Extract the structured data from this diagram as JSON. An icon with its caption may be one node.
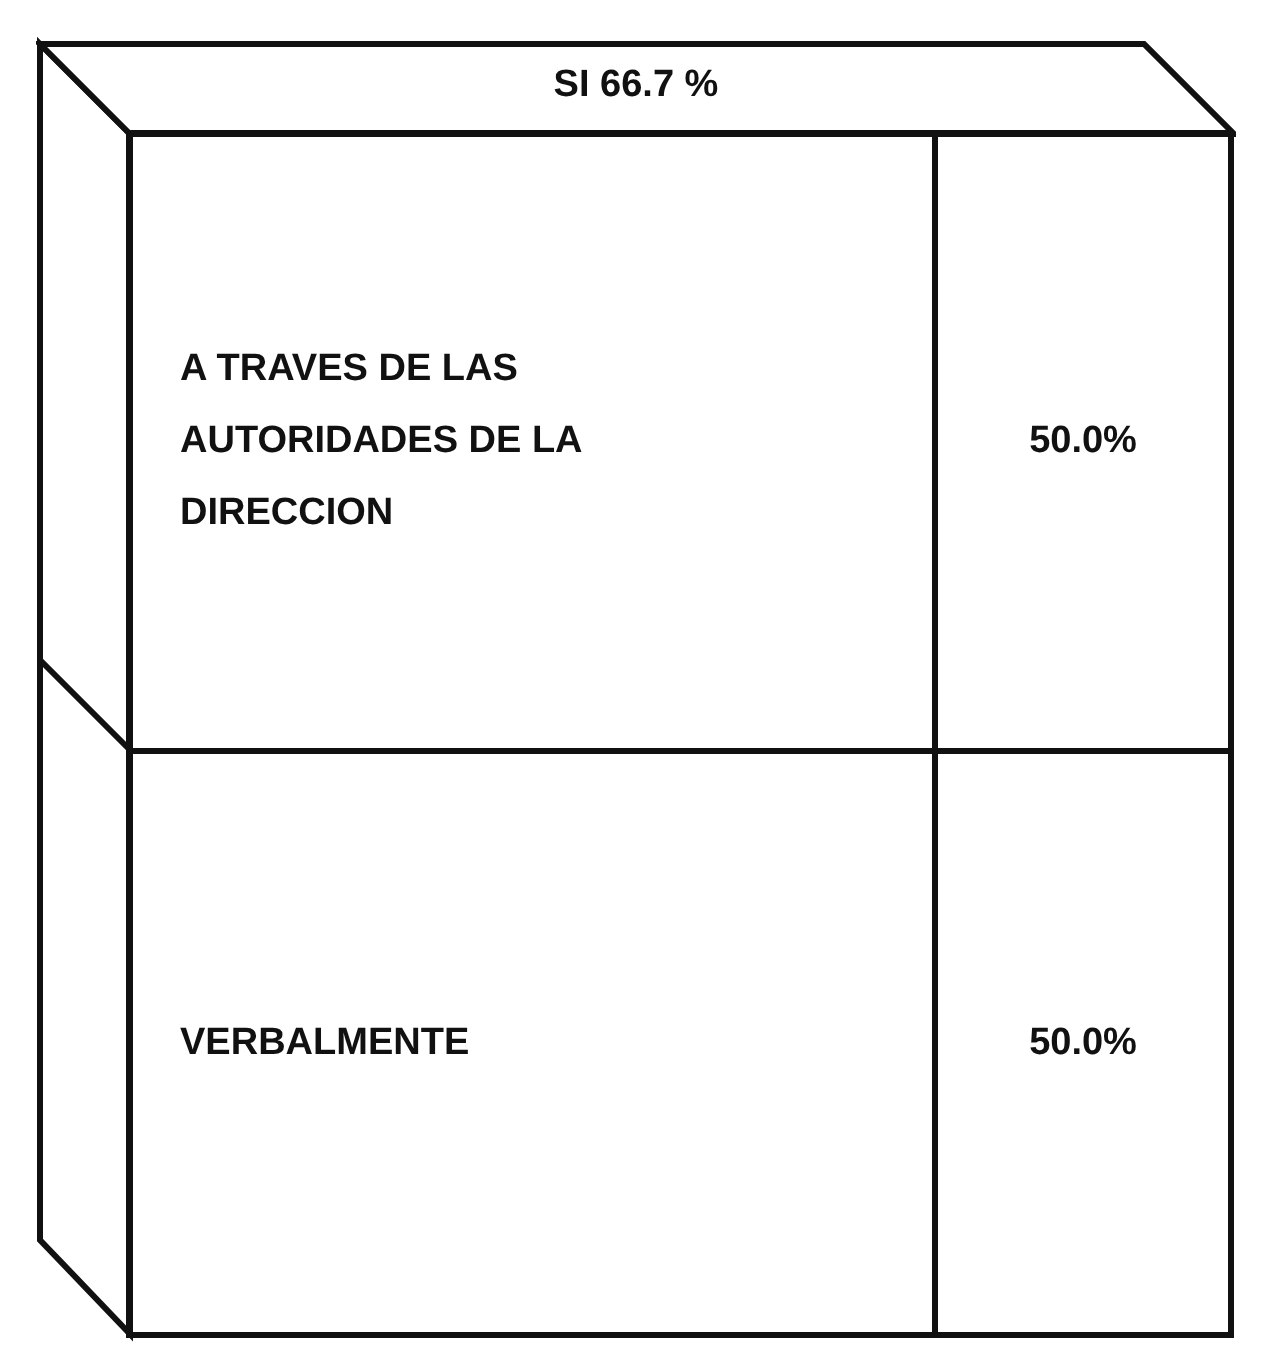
{
  "diagram": {
    "nodes": [
      {
        "text": [
          "SI 66.7 %"
        ]
      },
      {
        "text": [
          "A TRAVES DE LAS AUTORIDADES DE LA DIRECCION",
          "50.0%"
        ]
      },
      {
        "text": [
          "VERBALMENTE",
          "50.0%"
        ]
      }
    ]
  }
}
